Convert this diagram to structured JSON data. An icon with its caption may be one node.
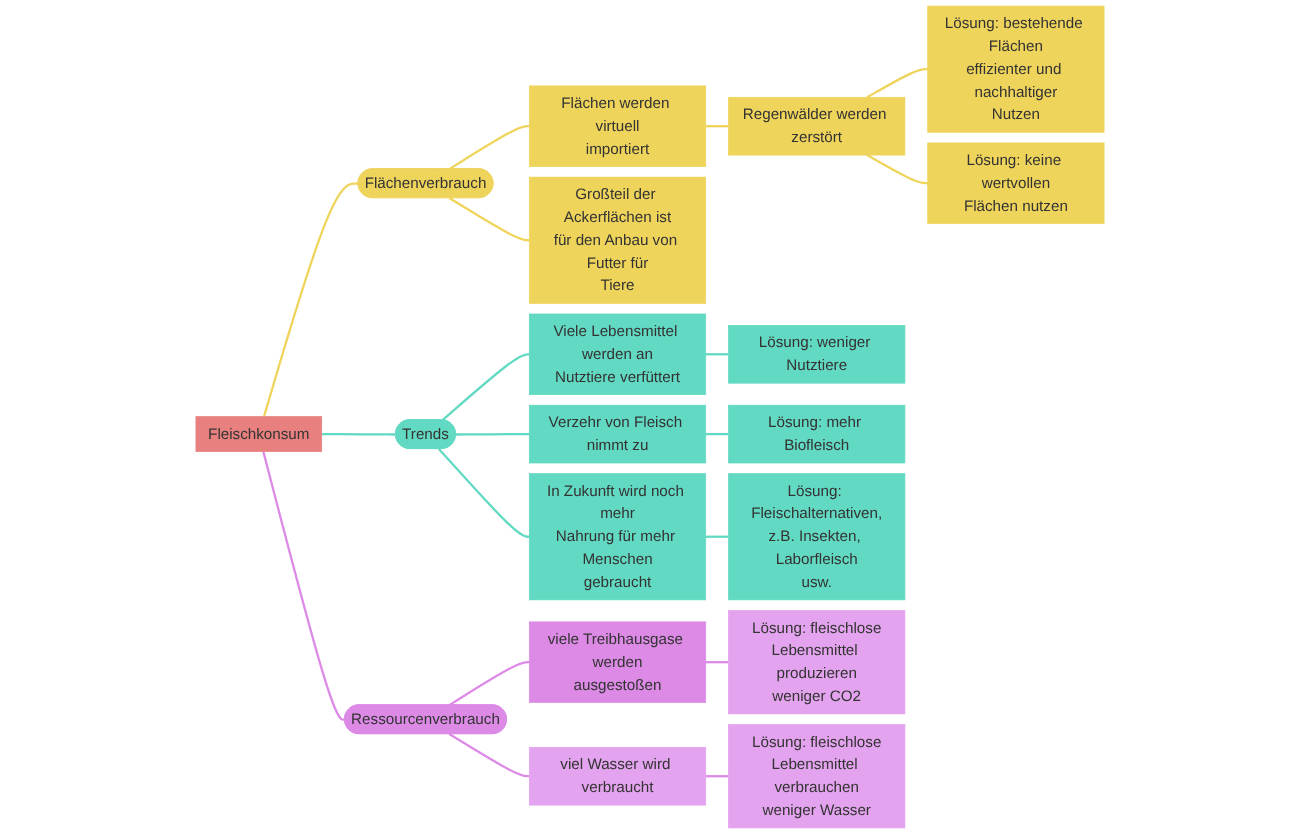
{
  "diagram": {
    "nodes": [
      {
        "text": [
          "Fleischkonsum"
        ]
      },
      {
        "text": [
          "Flächenverbrauch"
        ]
      },
      {
        "text": [
          "Flächen werden virtuell importiert"
        ]
      },
      {
        "text": [
          "Regenwälder werden zerstört"
        ]
      },
      {
        "text": [
          "Lösung: bestehende Flächen effizienter und nachhaltiger Nutzen"
        ]
      },
      {
        "text": [
          "Lösung: keine wertvollen Flächen nutzen"
        ]
      },
      {
        "text": [
          "Großteil der Ackerflächen ist für den Anbau von Futter für Tiere"
        ]
      },
      {
        "text": [
          "Trends"
        ]
      },
      {
        "text": [
          "Viele Lebensmittel werden an Nutztiere verfüttert"
        ]
      },
      {
        "text": [
          "Lösung: weniger Nutztiere"
        ]
      },
      {
        "text": [
          "Verzehr von Fleisch nimmt zu"
        ]
      },
      {
        "text": [
          "Lösung: mehr Biofleisch"
        ]
      },
      {
        "text": [
          "In Zukunft wird noch mehr Nahrung für mehr Menschen gebraucht"
        ]
      },
      {
        "text": [
          "Lösung: Fleischalternativen, z.B. Insekten, Laborfleisch usw."
        ]
      },
      {
        "text": [
          "Ressourcenverbrauch"
        ]
      },
      {
        "text": [
          "viele Treibhausgase werden ausgestoßen"
        ]
      },
      {
        "text": [
          "Lösung: fleischlose Lebensmittel produzieren weniger CO2"
        ]
      },
      {
        "text": [
          "viel Wasser wird verbraucht"
        ]
      },
      {
        "text": [
          "Lösung: fleischlose Lebensmittel verbrauchen weniger Wasser"
        ]
      }
    ],
    "edges": [
      {
        "from": 0,
        "to": 1,
        "arrow": "none",
        "color": "#efd45c"
      },
      {
        "from": 1,
        "to": 2,
        "arrow": "none",
        "color": "#efd45c"
      },
      {
        "from": 2,
        "to": 3,
        "arrow": "none",
        "color": "#efd45c"
      },
      {
        "from": 3,
        "to": 4,
        "arrow": "none",
        "color": "#efd45c"
      },
      {
        "from": 3,
        "to": 5,
        "arrow": "none",
        "color": "#efd45c"
      },
      {
        "from": 1,
        "to": 6,
        "arrow": "none",
        "color": "#efd45c"
      },
      {
        "from": 0,
        "to": 7,
        "arrow": "none"
      },
      {
        "from": 7,
        "to": 8,
        "arrow": "none"
      },
      {
        "from": 8,
        "to": 9,
        "arrow": "none"
      },
      {
        "from": 7,
        "to": 10,
        "arrow": "none"
      },
      {
        "from": 10,
        "to": 11,
        "arrow": "none"
      },
      {
        "from": 7,
        "to": 12,
        "arrow": "none"
      },
      {
        "from": 12,
        "to": 13,
        "arrow": "none"
      },
      {
        "from": 0,
        "to": 14,
        "arrow": "none",
        "color": "#dc8ae6"
      },
      {
        "from": 14,
        "to": 15,
        "arrow": "none",
        "color": "#dc8ae6"
      },
      {
        "from": 15,
        "to": 16,
        "arrow": "none",
        "color": "#dc8ae6"
      },
      {
        "from": 14,
        "to": 17,
        "arrow": "none",
        "color": "#dc8ae6"
      },
      {
        "from": 17,
        "to": 18,
        "arrow": "none",
        "color": "#dc8ae6"
      }
    ]
  }
}
